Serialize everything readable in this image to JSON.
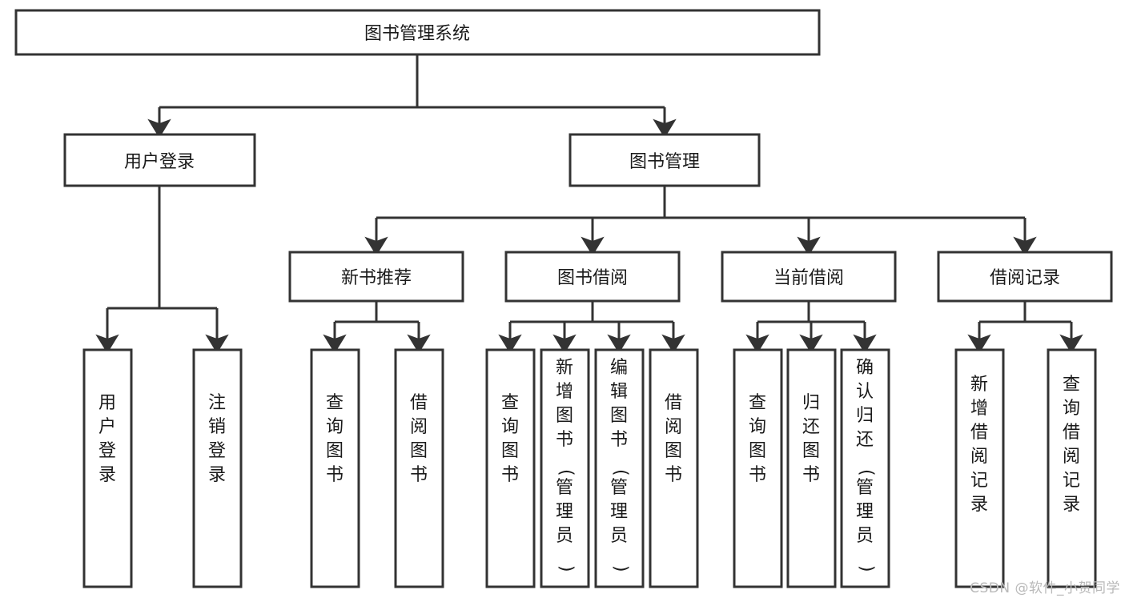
{
  "diagram": {
    "title": "图书管理系统",
    "type": "tree-hierarchy-chart",
    "watermark": "CSDN @软件_小贺同学",
    "colors": {
      "background": "#ffffff",
      "box_fill": "#ffffff",
      "box_stroke": "#333333",
      "text": "#1a1a1a",
      "watermark": "#b9b9b9"
    },
    "root": {
      "id": "root",
      "label": "图书管理系统"
    },
    "level2": [
      {
        "id": "user-login",
        "label": "用户登录"
      },
      {
        "id": "book-management",
        "label": "图书管理"
      }
    ],
    "level3": [
      {
        "id": "new-book-recommend",
        "label": "新书推荐",
        "parent": "book-management"
      },
      {
        "id": "book-borrow",
        "label": "图书借阅",
        "parent": "book-management"
      },
      {
        "id": "current-borrow",
        "label": "当前借阅",
        "parent": "book-management"
      },
      {
        "id": "borrow-record",
        "label": "借阅记录",
        "parent": "book-management"
      }
    ],
    "leaves": [
      {
        "id": "leaf-user-login",
        "label": "用户登录",
        "parent": "user-login"
      },
      {
        "id": "leaf-logout-login",
        "label": "注销登录",
        "parent": "user-login"
      },
      {
        "id": "leaf-query-book-1",
        "label": "查询图书",
        "parent": "new-book-recommend"
      },
      {
        "id": "leaf-borrow-book-1",
        "label": "借阅图书",
        "parent": "new-book-recommend"
      },
      {
        "id": "leaf-query-book-2",
        "label": "查询图书",
        "parent": "book-borrow"
      },
      {
        "id": "leaf-add-book",
        "label": "新增图书（管理员）",
        "parent": "book-borrow"
      },
      {
        "id": "leaf-edit-book",
        "label": "编辑图书（管理员）",
        "parent": "book-borrow"
      },
      {
        "id": "leaf-borrow-book-2",
        "label": "借阅图书",
        "parent": "book-borrow"
      },
      {
        "id": "leaf-query-book-3",
        "label": "查询图书",
        "parent": "current-borrow"
      },
      {
        "id": "leaf-return-book",
        "label": "归还图书",
        "parent": "current-borrow"
      },
      {
        "id": "leaf-confirm-return",
        "label": "确认归还（管理员）",
        "parent": "current-borrow"
      },
      {
        "id": "leaf-add-record",
        "label": "新增借阅记录",
        "parent": "borrow-record"
      },
      {
        "id": "leaf-query-record",
        "label": "查询借阅记录",
        "parent": "borrow-record"
      }
    ]
  }
}
